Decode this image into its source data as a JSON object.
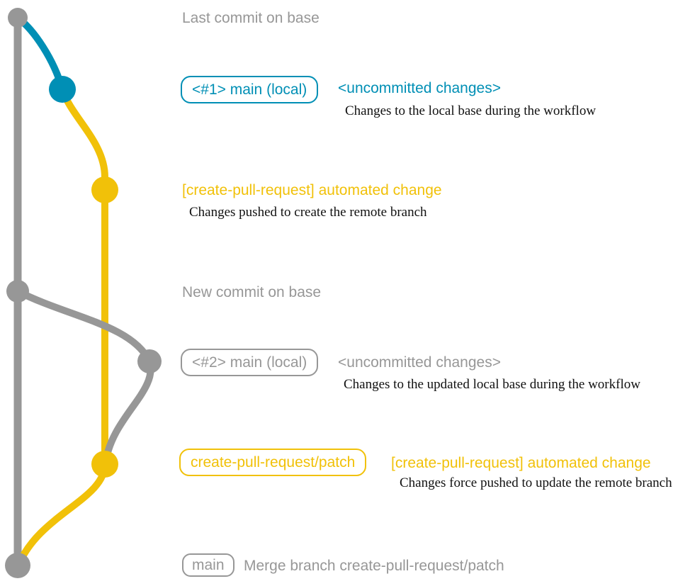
{
  "diagram": {
    "colors": {
      "base_gray": "#979797",
      "local_blue": "#008fb5",
      "patch_yellow": "#f1c109",
      "note_black": "#111111"
    },
    "annotations": {
      "last_commit": {
        "label": "Last commit on base"
      },
      "local_main_1": {
        "badge": "<#1> main (local)",
        "status": "<uncommitted changes>",
        "note": "Changes to the local base during the workflow"
      },
      "automated_change_1": {
        "heading": "[create-pull-request] automated change",
        "note": "Changes pushed to create the remote branch"
      },
      "new_commit": {
        "label": "New commit on base"
      },
      "local_main_2": {
        "badge": "<#2> main (local)",
        "status": "<uncommitted changes>",
        "note": "Changes to the updated local base during the workflow"
      },
      "patch_branch": {
        "badge": "create-pull-request/patch",
        "heading": "[create-pull-request] automated change",
        "note": "Changes force pushed to update the remote branch"
      },
      "merge_commit": {
        "badge": "main",
        "label": "Merge branch create-pull-request/patch"
      }
    }
  }
}
